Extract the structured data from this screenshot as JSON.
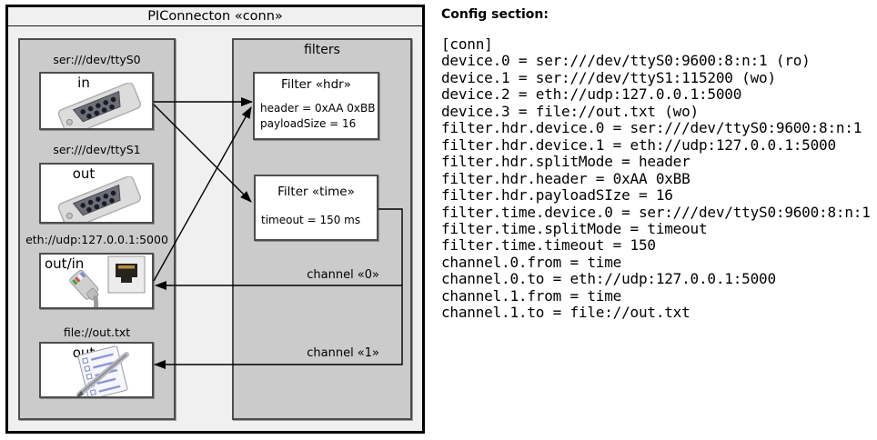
{
  "diagram": {
    "title": "PIConnecton «conn»",
    "devices": [
      {
        "label": "ser:///dev/ttyS0",
        "direction": "in",
        "icon": "serial-connector"
      },
      {
        "label": "ser:///dev/ttyS1",
        "direction": "out",
        "icon": "serial-connector"
      },
      {
        "label": "eth://udp:127.0.0.1:5000",
        "direction": "out/in",
        "icon": "ethernet-connector"
      },
      {
        "label": "file://out.txt",
        "direction": "out",
        "icon": "notepad-pen"
      }
    ],
    "filters_panel": {
      "title": "filters",
      "filters": [
        {
          "title": "Filter «hdr»",
          "lines": [
            "header = 0xAA 0xBB",
            "payloadSize = 16"
          ]
        },
        {
          "title": "Filter «time»",
          "lines": [
            "timeout = 150 ms"
          ]
        }
      ]
    },
    "channels": [
      {
        "label": "channel «0»"
      },
      {
        "label": "channel «1»"
      }
    ]
  },
  "config": {
    "heading": "Config section:",
    "lines": [
      "[conn]",
      "device.0 = ser:///dev/ttyS0:9600:8:n:1 (ro)",
      "device.1 = ser:///dev/ttyS1:115200 (wo)",
      "device.2 = eth://udp:127.0.0.1:5000",
      "device.3 = file://out.txt (wo)",
      "filter.hdr.device.0 = ser:///dev/ttyS0:9600:8:n:1",
      "filter.hdr.device.1 = eth://udp:127.0.0.1:5000",
      "filter.hdr.splitMode = header",
      "filter.hdr.header = 0xAA 0xBB",
      "filter.hdr.payloadSIze = 16",
      "filter.time.device.0 = ser:///dev/ttyS0:9600:8:n:1",
      "filter.time.splitMode = timeout",
      "filter.time.timeout = 150",
      "channel.0.from = time",
      "channel.0.to = eth://udp:127.0.0.1:5000",
      "channel.1.from = time",
      "channel.1.to = file://out.txt"
    ]
  },
  "colors": {
    "frame": "#000000",
    "outer_bg": "#f0f0f0",
    "panel_bg": "#cbcbcb",
    "box_bg": "#ffffff",
    "border": "#4d4d4d",
    "text": "#000000"
  }
}
